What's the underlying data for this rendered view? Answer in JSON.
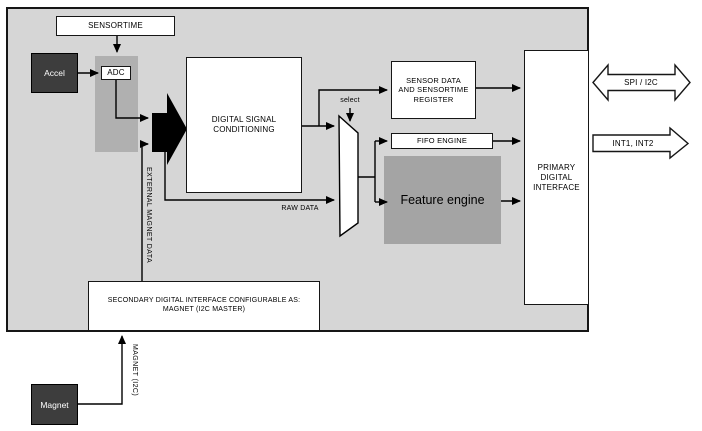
{
  "diagram": {
    "blocks": {
      "sensortime": "SENSORTIME",
      "accel": "Accel",
      "adc": "ADC",
      "dsc": "DIGITAL SIGNAL\nCONDITIONING",
      "sensor_register": "SENSOR DATA\nAND SENSORTIME\nREGISTER",
      "fifo": "FIFO ENGINE",
      "feature": "Feature engine",
      "primary": "PRIMARY\nDIGITAL\nINTERFACE",
      "secondary": "SECONDARY DIGITAL INTERFACE CONFIGURABLE AS:\nMAGNET (I2C MASTER)",
      "magnet": "Magnet"
    },
    "labels": {
      "select": "select",
      "raw_data": "RAW DATA",
      "external_magnet_data": "EXTERNAL MAGNET DATA",
      "magnet_i2c": "MAGNET (I2C)",
      "spi_i2c": "SPI / I2C",
      "int_pins": "INT1, INT2"
    },
    "colors": {
      "chip_fill": "#d6d6d6",
      "shade_fill": "#b0b0b0",
      "feature_fill": "#a4a4a4",
      "dark_block_fill": "#3d3d3d",
      "box_fill": "#ffffff",
      "line": "#000000"
    }
  }
}
